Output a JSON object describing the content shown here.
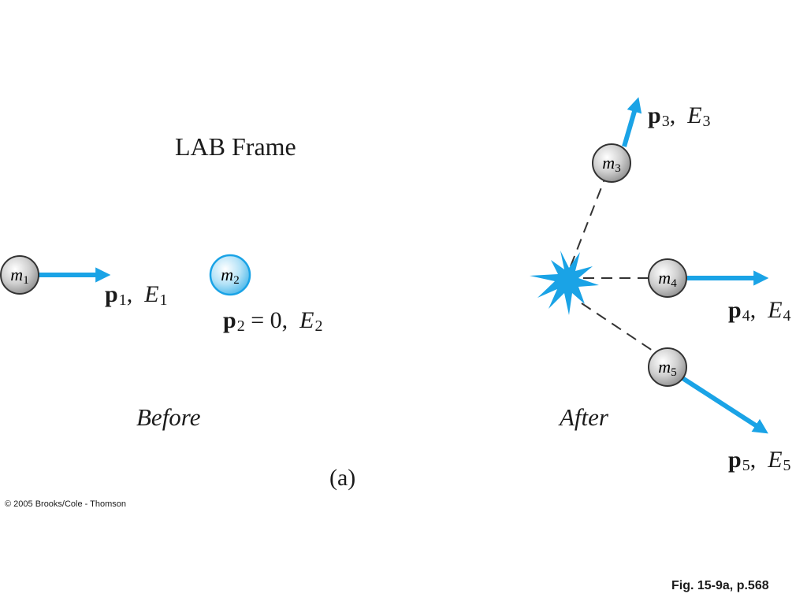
{
  "title": "LAB Frame",
  "before": {
    "caption": "Before",
    "m1": {
      "mass": "m",
      "sub": "1",
      "p": "p",
      "p_sub": "1",
      "sep": ",",
      "E": "E",
      "E_sub": "1"
    },
    "m2": {
      "mass": "m",
      "sub": "2",
      "p": "p",
      "p_sub": "2",
      "eq": " = 0,",
      "E": "E",
      "E_sub": "2"
    }
  },
  "after": {
    "caption": "After",
    "m3": {
      "mass": "m",
      "sub": "3",
      "p": "p",
      "p_sub": "3",
      "sep": ",",
      "E": "E",
      "E_sub": "3"
    },
    "m4": {
      "mass": "m",
      "sub": "4",
      "p": "p",
      "p_sub": "4",
      "sep": ",",
      "E": "E",
      "E_sub": "4"
    },
    "m5": {
      "mass": "m",
      "sub": "5",
      "p": "p",
      "p_sub": "5",
      "sep": ",",
      "E": "E",
      "E_sub": "5"
    }
  },
  "subfigure_label": "(a)",
  "copyright": "© 2005 Brooks/Cole - Thomson",
  "figure_ref": "Fig. 15-9a, p.568",
  "colors": {
    "arrow": "#1aa3e6",
    "ball_gray": "#c8c8c8",
    "ball_blue": "#a8dcf5",
    "outline": "#333333"
  }
}
